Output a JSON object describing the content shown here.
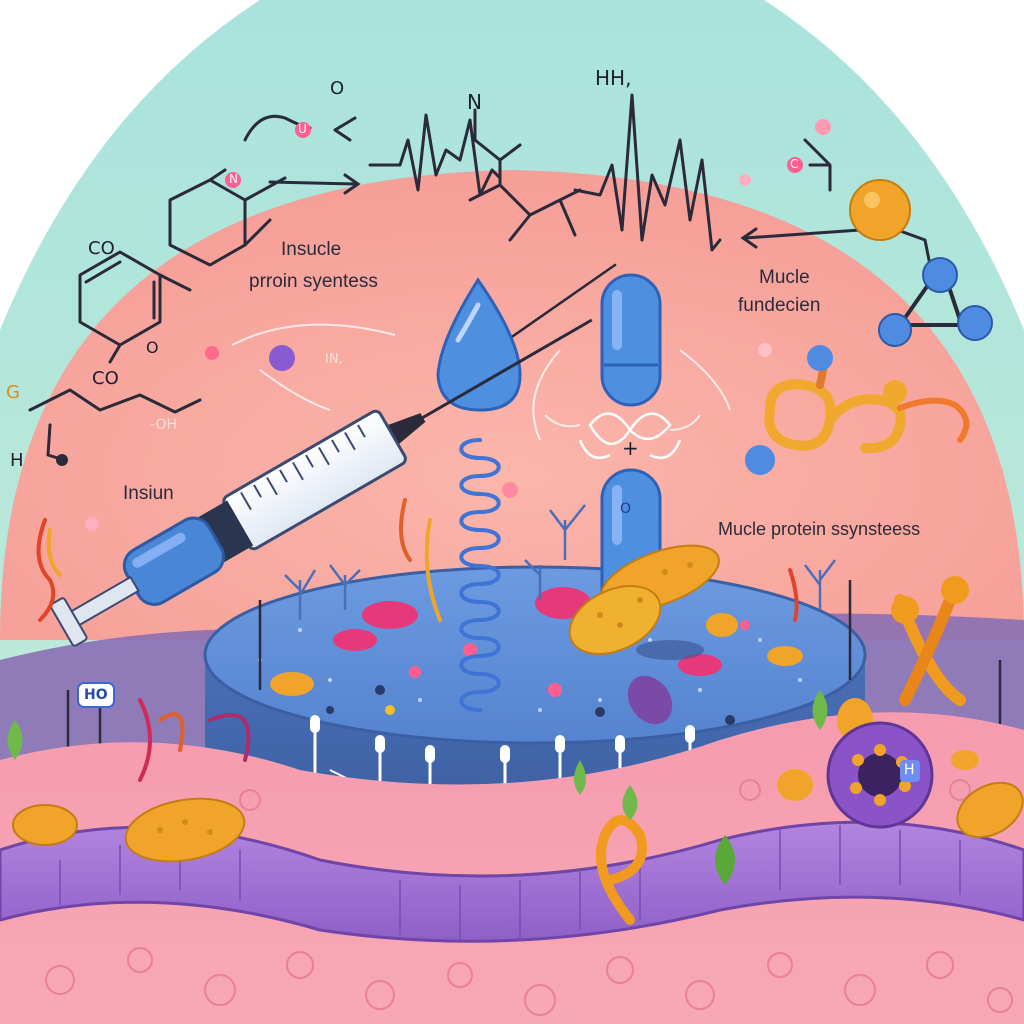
{
  "labels": {
    "insucle_line1": "Insucle",
    "insucle_line2": "prroin syentess",
    "mucle_line1": "Mucle",
    "mucle_line2": "fundecien",
    "insiun": "Insiun",
    "mucle_protein": "Mucle protein ssynsteess"
  },
  "chem_text": {
    "hh": "HH,",
    "n": "N",
    "co_top": "CO",
    "co_mid": "CO",
    "h": "H",
    "g": "G",
    "o_top": "O",
    "o_right": "O",
    "ho_badge": "HO",
    "oh": "-OH",
    "in": "IN,",
    "pill_o": "O",
    "cell_h": "H",
    "u": "U",
    "n_pink": "N",
    "c_pink": "C",
    "plus": "+"
  },
  "colors": {
    "sky": "#a9e3dc",
    "dome": "#f8b0a6",
    "syringe_blue": "#4a86d6",
    "pill_blue": "#4f8fe0",
    "muscle_purple": "#9a6ad0",
    "tissue_pink": "#f4a0b0",
    "mito_orange": "#f0a830"
  },
  "icons": [
    "syringe-icon",
    "drop-icon",
    "capsule-icon",
    "helix-icon",
    "molecule-icon",
    "cell-icon"
  ]
}
